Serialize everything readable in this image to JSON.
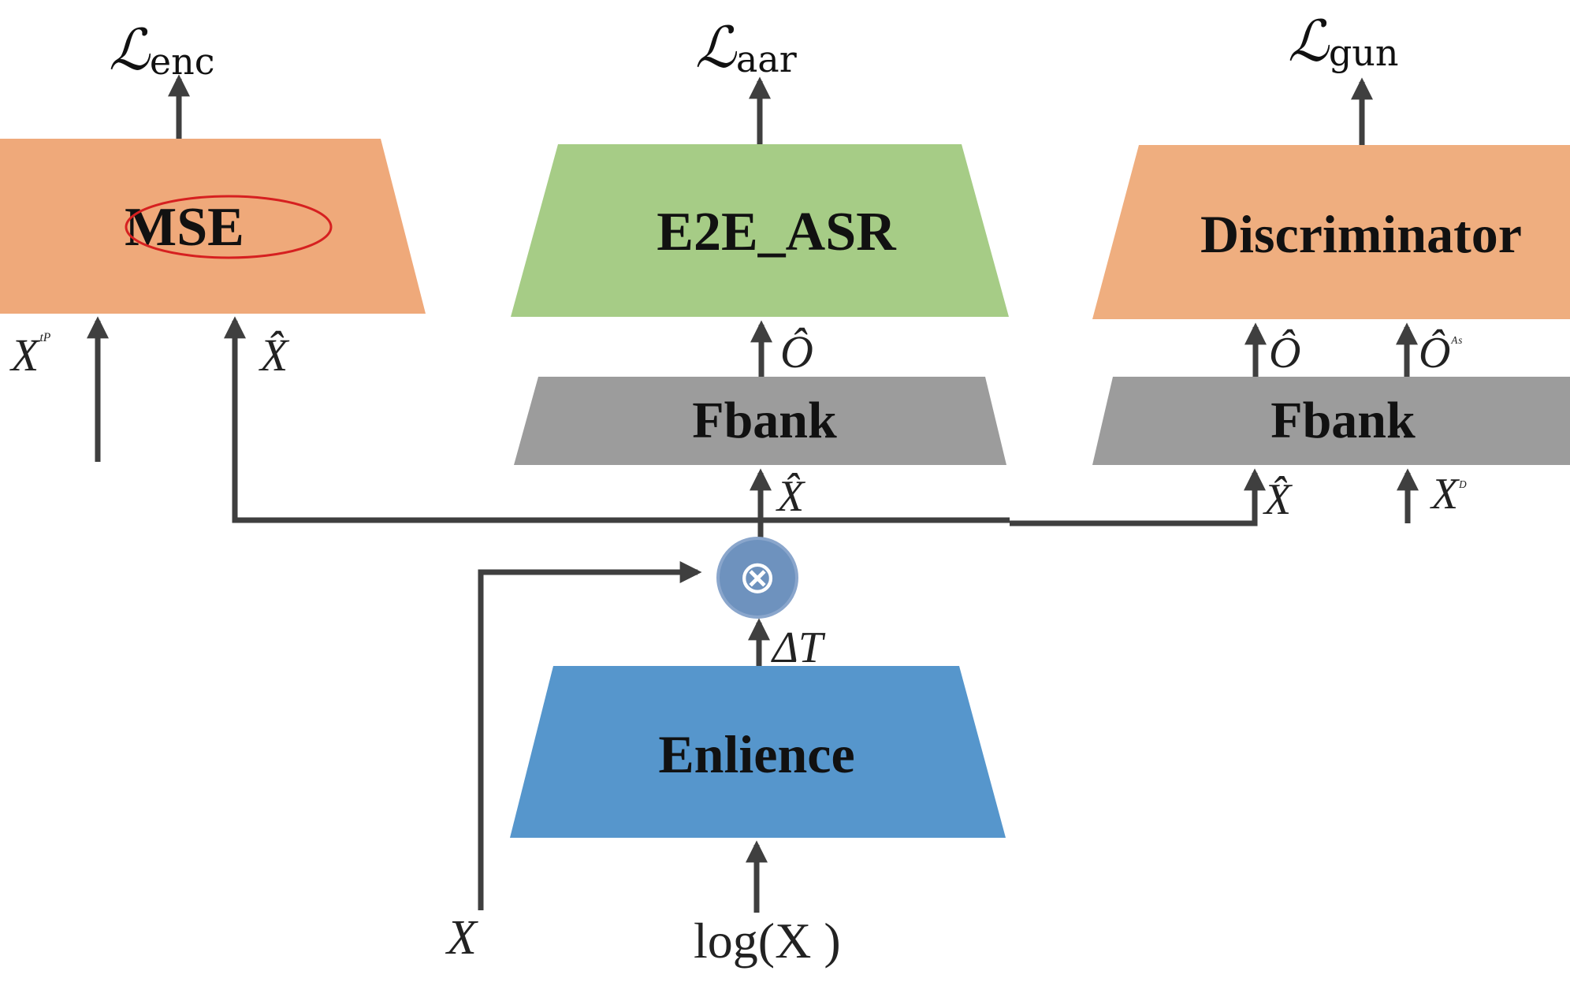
{
  "colors": {
    "mse": "#EFA97A",
    "asr": "#A6CC86",
    "discriminator": "#EFAE7F",
    "fbank": "#9C9C9C",
    "encoder": "#5696CC",
    "mask_op": "#6E92BE",
    "line": "#3F3F3F",
    "highlight": "#D62020"
  },
  "blocks": {
    "mse": "MSE",
    "asr": "E2E_ASR",
    "discriminator": "Discriminator",
    "fbank_asr": "Fbank",
    "fbank_disc": "Fbank",
    "encoder": "Enlience"
  },
  "losses": {
    "enc": {
      "symbol": "ℒ",
      "sub": "enc"
    },
    "asr": {
      "symbol": "ℒ",
      "sub": "aar"
    },
    "gan": {
      "symbol": "ℒ",
      "sub": "gun"
    }
  },
  "labels": {
    "mse_left": "X",
    "mse_left_sup": "ᵗᴾ",
    "mse_right": "X̂",
    "asr_in": "Ô",
    "disc_in_1": "Ô",
    "disc_in_2": "Ô",
    "disc_in_2_sup": "ᴬˢ",
    "fbank_asr_in": "X̂",
    "fbank_disc_in_1": "X̂",
    "fbank_disc_in_2": "X",
    "fbank_disc_in_2_sup": "ᴰ",
    "mask": "ΔT",
    "input_x": "X",
    "input_log": "log(X )"
  },
  "mask_op": {
    "symbol": "⊗"
  }
}
